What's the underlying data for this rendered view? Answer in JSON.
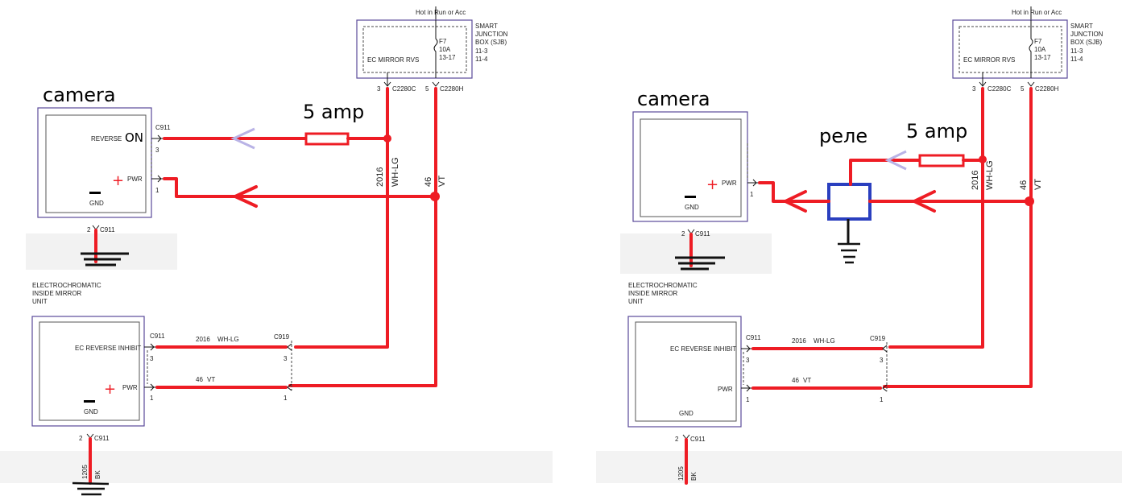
{
  "left": {
    "camera_label": "camera",
    "fuse_label": "5 amp",
    "sjb_top_label": "Hot in Run or Acc",
    "sjb_title_lines": [
      "SMART",
      "JUNCTION",
      "BOX (SJB)",
      "11-3",
      "11-4"
    ],
    "sjb_fuse": [
      "F7",
      "10A",
      "13-17"
    ],
    "sjb_ec_mirror": "EC MIRROR RVS",
    "sjb_pin3": "3",
    "sjb_pin5": "5",
    "sjb_c2280c": "C2280C",
    "sjb_c2280h": "C2280H",
    "camera_reverse": "REVERSE",
    "camera_on": "ON",
    "camera_pwr": "PWR",
    "camera_gnd": "GND",
    "camera_c911": "C911",
    "camera_pin3": "3",
    "camera_pin1": "1",
    "camera_pin2": "2",
    "camera_c911_bottom": "C911",
    "wire_2016": "2016",
    "wire_whlg": "WH-LG",
    "wire_46": "46",
    "wire_vt": "VT",
    "mirror_title": [
      "ELECTROCHROMATIC",
      "INSIDE MIRROR",
      "UNIT"
    ],
    "mirror_ec_rev": "EC REVERSE INHIBIT",
    "mirror_pwr": "PWR",
    "mirror_gnd": "GND",
    "mirror_c911": "C911",
    "mirror_pin3": "3",
    "mirror_pin1": "1",
    "mirror_pin2": "2",
    "mirror_c911_bottom": "C911",
    "mirror_wire1": "2016",
    "mirror_wire1b": "WH-LG",
    "mirror_wire2": "46",
    "mirror_wire2b": "VT",
    "c919": "C919",
    "c919_pin3": "3",
    "c919_pin1": "1",
    "gnd_wire": "1205",
    "gnd_wire_color": "BK"
  },
  "right": {
    "camera_label": "camera",
    "relay_label": "реле",
    "fuse_label": "5 amp",
    "sjb_top_label": "Hot in Run or Acc",
    "sjb_title_lines": [
      "SMART",
      "JUNCTION",
      "BOX (SJB)",
      "11-3",
      "11-4"
    ],
    "sjb_fuse": [
      "F7",
      "10A",
      "13-17"
    ],
    "sjb_ec_mirror": "EC MIRROR RVS",
    "sjb_pin3": "3",
    "sjb_pin5": "5",
    "sjb_c2280c": "C2280C",
    "sjb_c2280h": "C2280H",
    "camera_pwr": "PWR",
    "camera_gnd": "GND",
    "camera_pin1": "1",
    "camera_pin2": "2",
    "camera_c911_bottom": "C911",
    "wire_2016": "2016",
    "wire_whlg": "WH-LG",
    "wire_46": "46",
    "wire_vt": "VT",
    "mirror_title": [
      "ELECTROCHROMATIC",
      "INSIDE MIRROR",
      "UNIT"
    ],
    "mirror_ec_rev": "EC REVERSE INHIBIT",
    "mirror_pwr": "PWR",
    "mirror_gnd": "GND",
    "mirror_c911": "C911",
    "mirror_pin3": "3",
    "mirror_pin1": "1",
    "mirror_pin2": "2",
    "mirror_c911_bottom": "C911",
    "mirror_wire1": "2016",
    "mirror_wire1b": "WH-LG",
    "mirror_wire2": "46",
    "mirror_wire2b": "VT",
    "c919": "C919",
    "c919_pin3": "3",
    "c919_pin1": "1",
    "gnd_wire": "1205",
    "gnd_wire_color": "BK"
  },
  "colors": {
    "wire_red": "#ee1c24",
    "relay_blue": "#2a3fbf",
    "box_border": "#5a4a9a",
    "arrow_lavender": "#b9b3e6"
  }
}
